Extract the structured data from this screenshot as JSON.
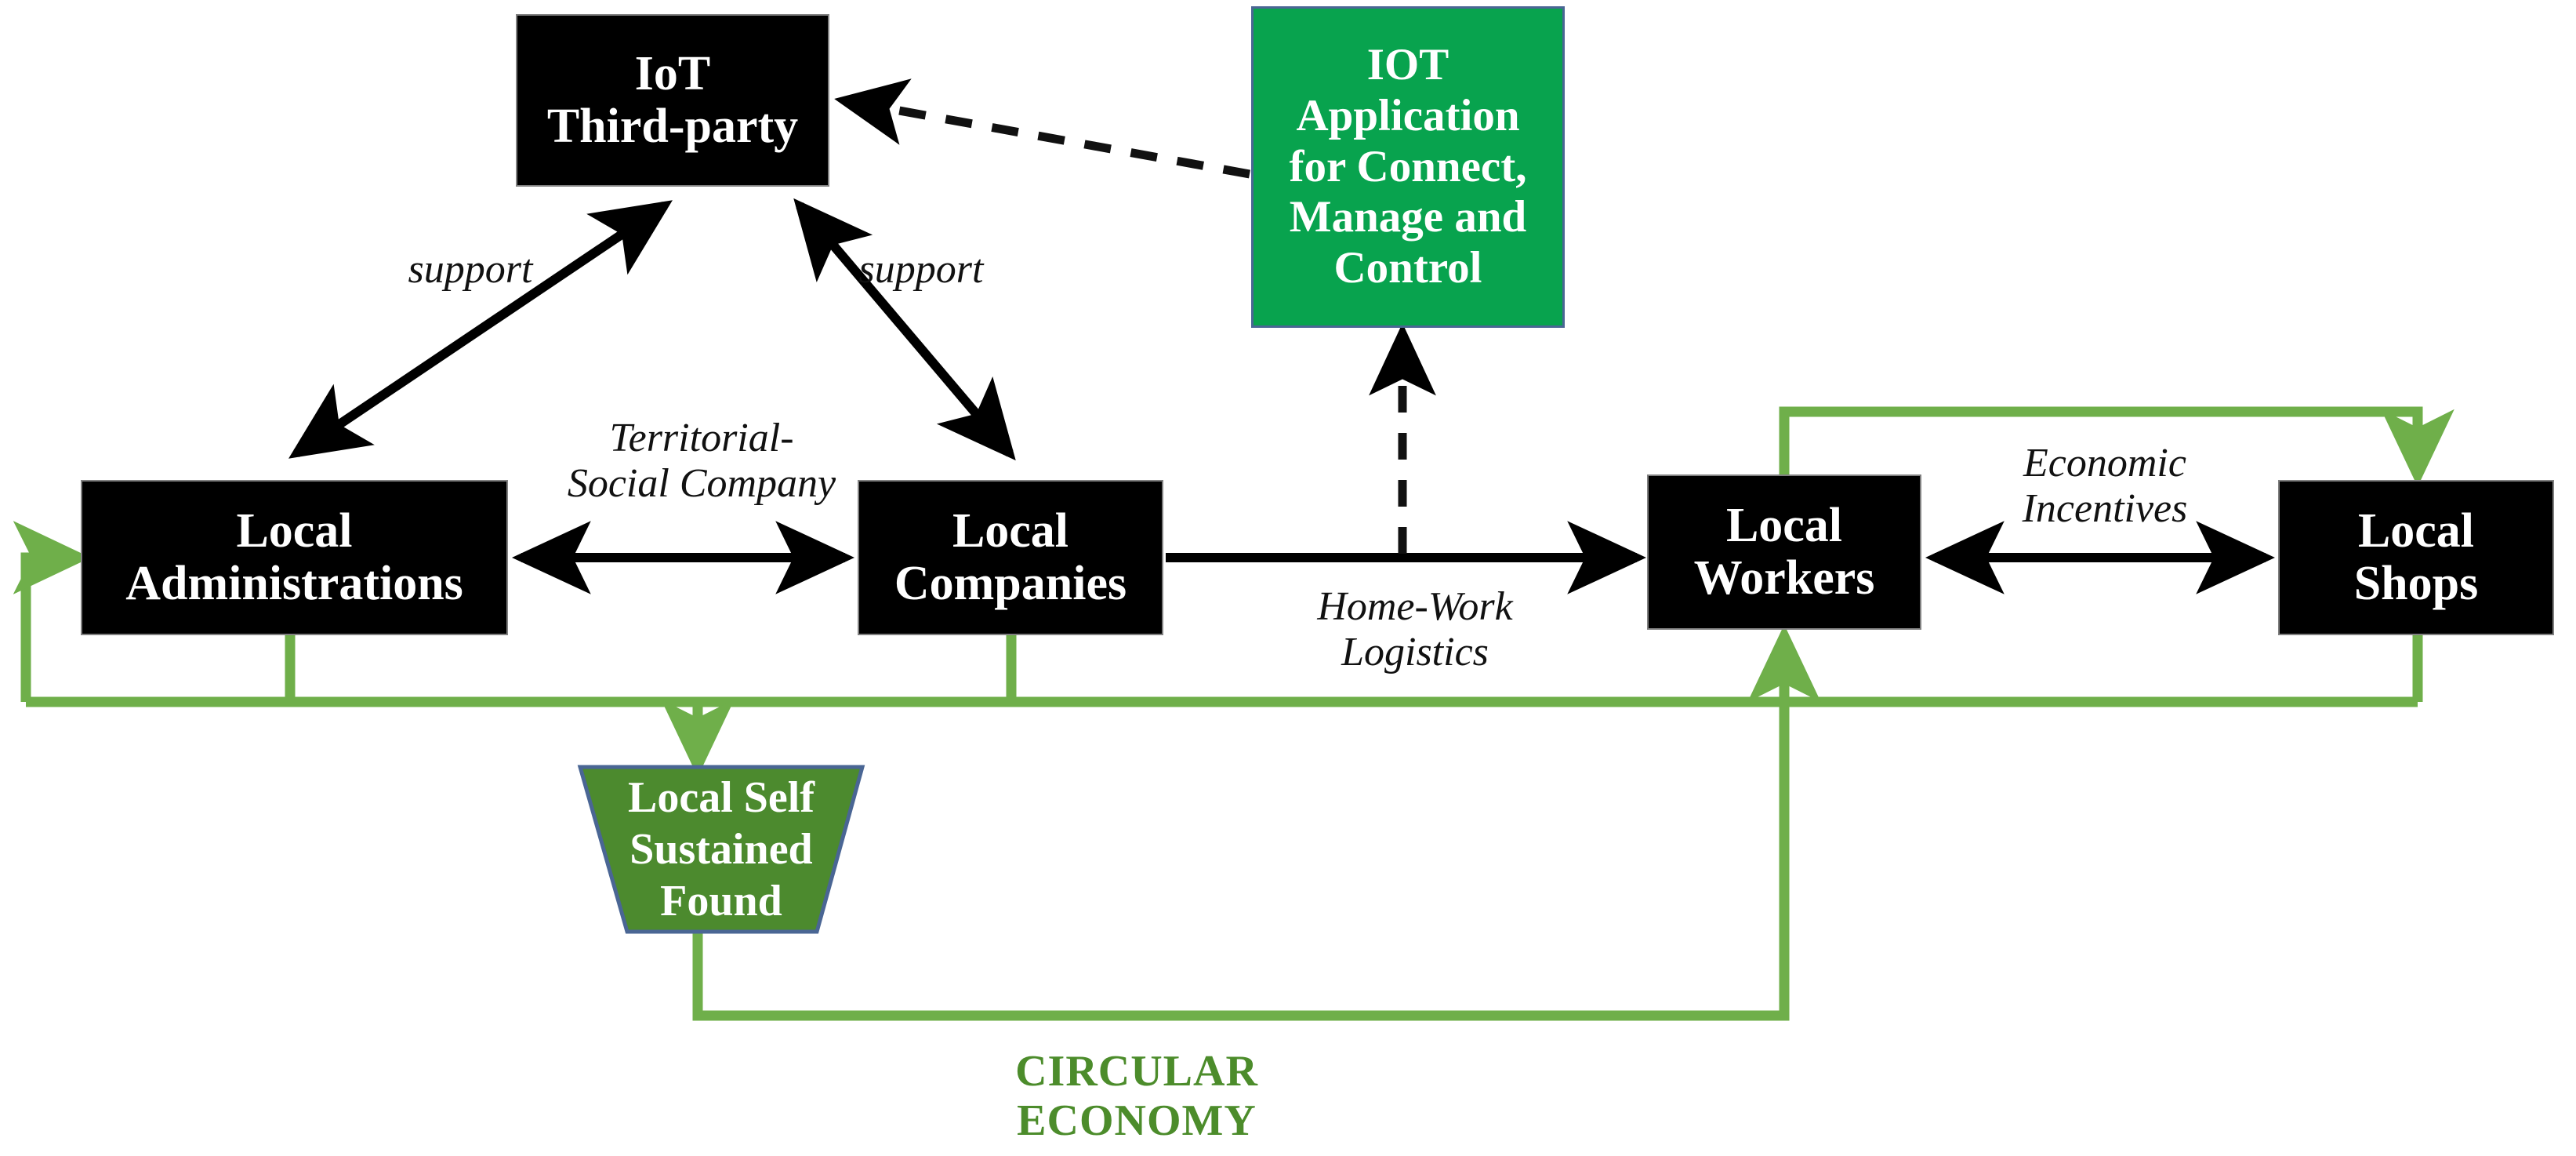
{
  "diagram": {
    "title": "Local circular economy IoT ecosystem diagram",
    "colors": {
      "node_black": "#000000",
      "node_green": "#08A34E",
      "trapezoid_green": "#4C8A2E",
      "flow_green": "#6FAF4A",
      "footer_green": "#4C8C2B",
      "shape_border_blue": "#4A6694"
    },
    "nodes": [
      {
        "id": "iot-third-party",
        "label": "IoT\nThird-party",
        "line1": "IoT",
        "line2": "Third-party"
      },
      {
        "id": "iot-application",
        "label": "IOT Application for Connect, Manage and Control",
        "lines": [
          "IOT",
          "Application",
          "for Connect,",
          "Manage and",
          "Control"
        ]
      },
      {
        "id": "local-administrations",
        "line1": "Local",
        "line2": "Administrations"
      },
      {
        "id": "local-companies",
        "line1": "Local",
        "line2": "Companies"
      },
      {
        "id": "local-workers",
        "line1": "Local",
        "line2": "Workers"
      },
      {
        "id": "local-shops",
        "line1": "Local",
        "line2": "Shops"
      },
      {
        "id": "local-self-sustained-found",
        "lines": [
          "Local Self",
          "Sustained",
          "Found"
        ]
      }
    ],
    "edge_labels": [
      {
        "id": "support-left",
        "text": "support"
      },
      {
        "id": "support-right",
        "text": "support"
      },
      {
        "id": "territorial-social",
        "line1": "Territorial-",
        "line2": "Social Company"
      },
      {
        "id": "home-work-logistics",
        "line1": "Home-Work",
        "line2": "Logistics"
      },
      {
        "id": "economic-incentives",
        "line1": "Economic",
        "line2": "Incentives"
      }
    ],
    "footer": {
      "line1": "CIRCULAR",
      "line2": "ECONOMY"
    }
  }
}
